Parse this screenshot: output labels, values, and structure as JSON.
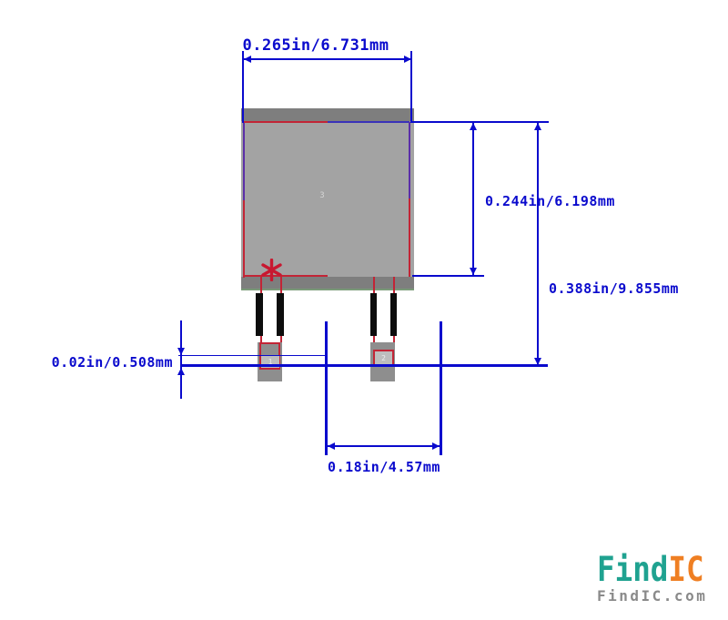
{
  "figure": {
    "description": "DPAK / TO-252 package footprint dimension drawing",
    "dim_top": "0.265in/6.731mm",
    "dim_height_inner": "0.244in/6.198mm",
    "dim_height_outer": "0.388in/9.855mm",
    "dim_toe": "0.02in/0.508mm",
    "dim_pitch": "0.18in/4.57mm",
    "pin1_label": "1",
    "pin2_label": "2",
    "tab_label": "3",
    "pin1_marker": "*"
  },
  "colors": {
    "dimension_blue": "#0a0acd",
    "outline_red": "#c22536",
    "outline_purple": "#5b2fa8",
    "outline_darkblue": "#3a32b8",
    "body_gray": "#a3a3a3",
    "tab_strip_gray": "#7e7e7e",
    "strip_green_edge": "#7a9a78",
    "pad_gray": "#8e8e8e",
    "pad_inner_gray": "#bdbdbd",
    "lead_black": "#0d0d0d",
    "logo_teal": "#1fa290",
    "logo_orange": "#ef7f23",
    "logo_domain_gray": "#8a8a8a"
  },
  "logo": {
    "brand_primary": "Find",
    "brand_secondary": "IC",
    "domain": "FindIC.com"
  }
}
